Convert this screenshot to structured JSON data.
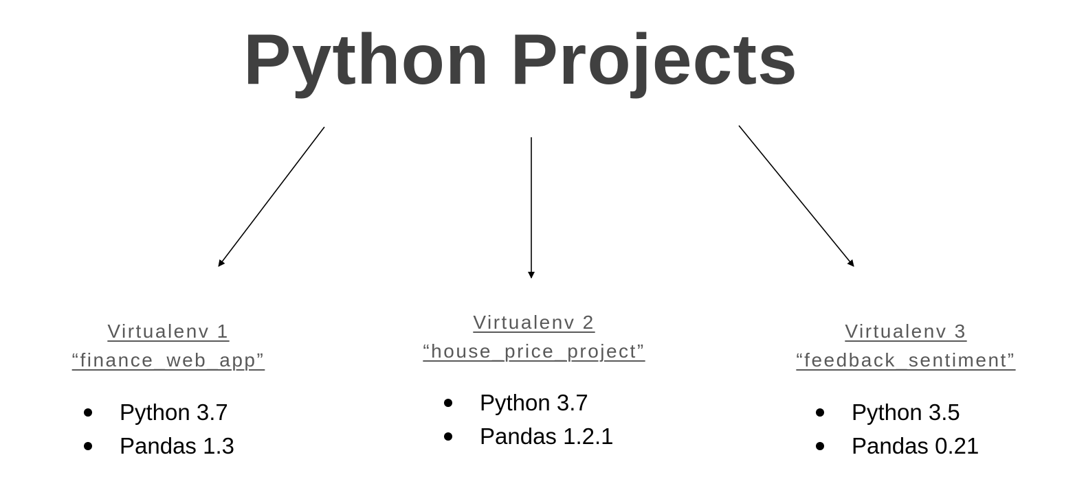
{
  "title": "Python Projects",
  "envs": [
    {
      "name": "Virtualenv 1",
      "project": "“finance_web_app”",
      "items": [
        "Python 3.7",
        "Pandas 1.3"
      ]
    },
    {
      "name": "Virtualenv 2",
      "project": "“house_price_project”",
      "items": [
        "Python 3.7",
        "Pandas 1.2.1"
      ]
    },
    {
      "name": "Virtualenv 3",
      "project": "“feedback_sentiment”",
      "items": [
        "Python 3.5",
        "Pandas 0.21"
      ]
    }
  ]
}
